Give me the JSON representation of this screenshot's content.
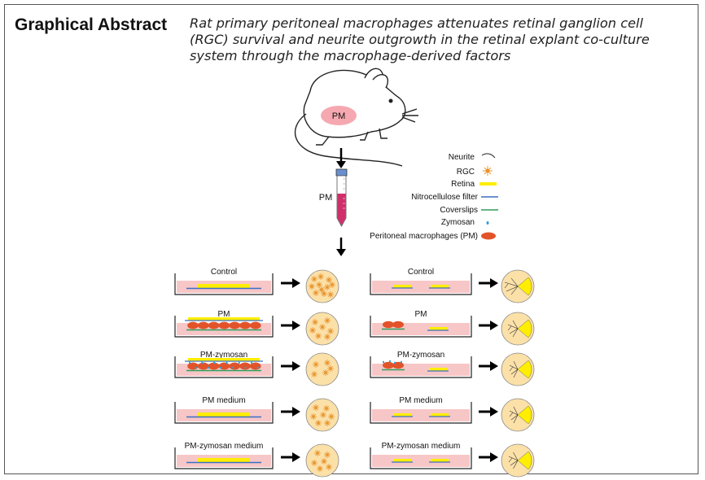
{
  "heading": "Graphical Abstract",
  "subtitle": "Rat primary peritoneal macrophages attenuates retinal ganglion cell (RGC) survival and neurite outgrowth in the retinal explant co-culture system through the macrophage-derived factors",
  "mouse_label": "PM",
  "tube_label": "PM",
  "legend": [
    {
      "label": "Neurite",
      "icon": "neurite-icon"
    },
    {
      "label": "RGC",
      "icon": "rgc-icon"
    },
    {
      "label": "Retina",
      "icon": "retina-icon"
    },
    {
      "label": "Nitrocellulose filter",
      "icon": "filter-icon"
    },
    {
      "label": "Coverslips",
      "icon": "coverslip-icon"
    },
    {
      "label": "Zymosan",
      "icon": "zymosan-icon"
    },
    {
      "label": "Peritoneal macrophages (PM)",
      "icon": "macrophage-icon"
    }
  ],
  "left_conditions": [
    "Control",
    "PM",
    "PM-zymosan",
    "PM medium",
    "PM-zymosan medium"
  ],
  "right_conditions": [
    "Control",
    "PM",
    "PM-zymosan",
    "PM medium",
    "PM-zymosan medium"
  ],
  "colors": {
    "medium": "#f7c6c7",
    "retina": "#ffee00",
    "filter": "#3a6fc4",
    "coverslip": "#2e9e5a",
    "macrophage": "#e2532a",
    "rgc": "#e8922a",
    "dish_view": "#fbe0a8"
  }
}
